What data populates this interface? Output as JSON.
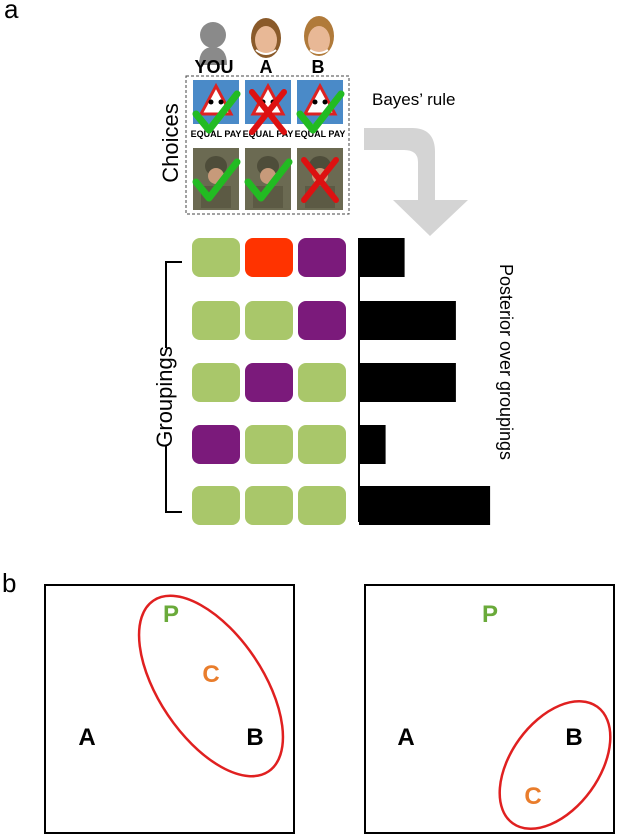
{
  "panel_a": {
    "label": "a",
    "columns": [
      "YOU",
      "A",
      "B"
    ],
    "choices_label": "Choices",
    "issues": [
      "equal-pay",
      "military"
    ],
    "choices": [
      [
        "check",
        "cross",
        "check"
      ],
      [
        "check",
        "check",
        "cross"
      ]
    ],
    "bayes_label": "Bayes’ rule",
    "groupings_label": "Groupings",
    "posterior_label": "Posterior over groupings",
    "equal_pay_text": "EQUAL PAY",
    "groupings": [
      [
        "green",
        "red",
        "purple"
      ],
      [
        "green",
        "green",
        "purple"
      ],
      [
        "green",
        "purple",
        "green"
      ],
      [
        "purple",
        "green",
        "green"
      ],
      [
        "green",
        "green",
        "green"
      ]
    ],
    "posterior": [
      0.24,
      0.51,
      0.51,
      0.14,
      0.69
    ],
    "colors": {
      "green": "#a9c76a",
      "red": "#ff3300",
      "purple": "#7b1a7b",
      "check": "#22bb22",
      "cross": "#dd1111",
      "bar": "#000000",
      "arrow": "#d4d4d4"
    }
  },
  "panel_b": {
    "label": "b",
    "left_box": {
      "P": "P",
      "C": "C",
      "A": "A",
      "B": "B",
      "ellipse_around": [
        "P",
        "C",
        "B"
      ]
    },
    "right_box": {
      "P": "P",
      "C": "C",
      "A": "A",
      "B": "B",
      "ellipse_around": [
        "B",
        "C"
      ]
    },
    "colors": {
      "P": "#6aaa3a",
      "C": "#e97d2c",
      "A": "#000000",
      "B": "#000000",
      "ellipse": "#e02020"
    }
  }
}
